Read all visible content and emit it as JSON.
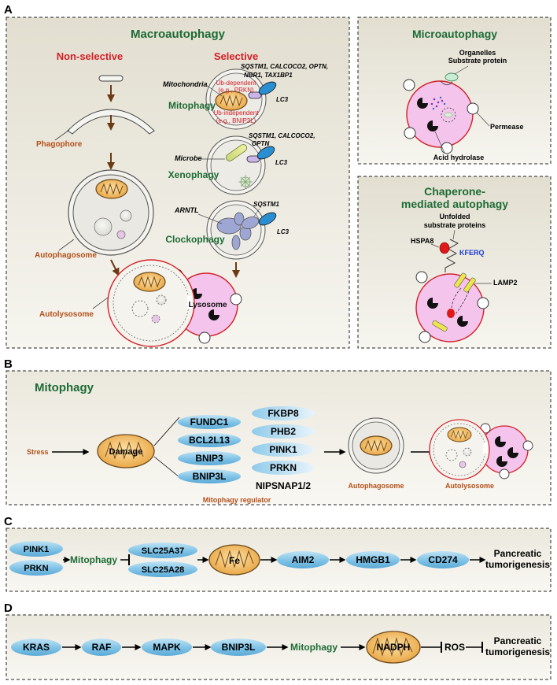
{
  "panel_a": {
    "letter": "A",
    "macro": {
      "title": "Macroautophagy",
      "nonselective": "Non-selective",
      "selective": "Selective",
      "phagophore": "Phagophore",
      "autophagosome": "Autophagosome",
      "autolysosome": "Autolysosome",
      "lysosome": "Lysosome",
      "mitophagy": {
        "label": "Mitophagy",
        "cargo": "Mitochondria",
        "receptors1": "SQSTM1, CALCOCO2, OPTN,",
        "receptors2": "NBR1, TAX1BP1",
        "ub_dep1": "Ub-dependent",
        "ub_dep2": "(e.g., PRKN)",
        "ub_indep1": "Ub-independent",
        "ub_indep2": "(e.g., BNIP3L)",
        "lc3": "LC3"
      },
      "xenophagy": {
        "label": "Xenophagy",
        "cargo": "Microbe",
        "receptors1": "SQSTM1, CALCOCO2,",
        "receptors2": "OPTN",
        "lc3": "LC3"
      },
      "clockophagy": {
        "label": "Clockophagy",
        "cargo": "ARNTL",
        "receptor": "SQSTM1",
        "lc3": "LC3"
      }
    },
    "micro": {
      "title": "Microautophagy",
      "organelles": "Organelles",
      "substrate": "Substrate protein",
      "permease": "Permease",
      "hydrolase": "Acid hydrolase"
    },
    "cma": {
      "title1": "Chaperone-",
      "title2": "mediated autophagy",
      "unfolded1": "Unfolded",
      "unfolded2": "substrate proteins",
      "hspa8": "HSPA8",
      "kferq": "KFERQ",
      "lamp2": "LAMP2"
    }
  },
  "panel_b": {
    "letter": "B",
    "title": "Mitophagy",
    "stress": "Stress",
    "damage": "Damage",
    "regulators_left": [
      "FUNDC1",
      "BCL2L13",
      "BNIP3",
      "BNIP3L"
    ],
    "regulators_right": [
      "FKBP8",
      "PHB2",
      "PINK1",
      "PRKN",
      "NIPSNAP1/2"
    ],
    "regulator_label": "Mitophagy regulator",
    "autophagosome": "Autophagosome",
    "autolysosome": "Autolysosome"
  },
  "panel_c": {
    "letter": "C",
    "inputs": [
      "PINK1",
      "PRKN"
    ],
    "mitophagy": "Mitophagy",
    "slc": [
      "SLC25A37",
      "SLC25A28"
    ],
    "fe": "Fe",
    "chain": [
      "AIM2",
      "HMGB1",
      "CD274"
    ],
    "outcome1": "Pancreatic",
    "outcome2": "tumorigenesis"
  },
  "panel_d": {
    "letter": "D",
    "chain": [
      "KRAS",
      "RAF",
      "MAPK",
      "BNIP3L"
    ],
    "mitophagy": "Mitophagy",
    "nadph": "NADPH",
    "ros": "ROS",
    "outcome1": "Pancreatic",
    "outcome2": "tumorigenesis"
  },
  "colors": {
    "green": "#1d6b35",
    "red": "#d42027",
    "orange": "#b5501a",
    "blue_pill": "#8ec9e8",
    "lysosome": "#f6c8ee",
    "mito": "#f3b65a",
    "panel_bg": "#e9e6da"
  }
}
